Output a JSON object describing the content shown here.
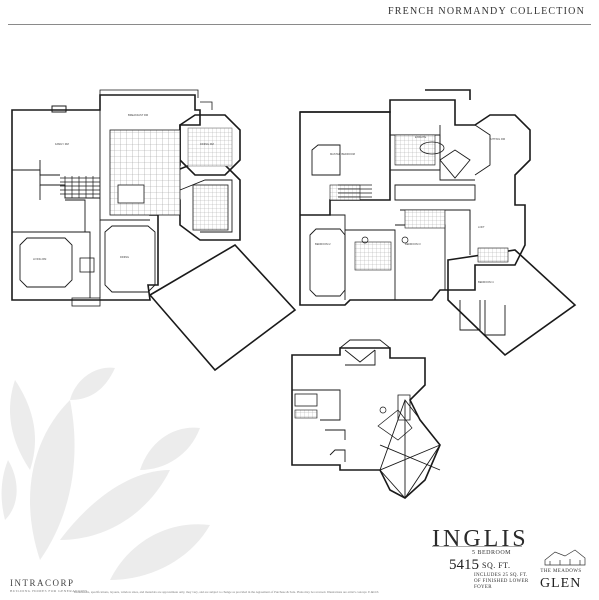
{
  "header": {
    "collection_title": "FRENCH NORMANDY COLLECTION"
  },
  "model": {
    "name": "INGLIS",
    "bedrooms": "5 BEDROOM",
    "sqft_value": "5415",
    "sqft_unit": "SQ. FT.",
    "includes_note": "INCLUDES 25 SQ. FT. OF FINISHED LOWER FOYER"
  },
  "branding": {
    "builder": "INTRACORP",
    "builder_sub": "BUILDING HOMES FOR GENERATIONS",
    "community_top": "THE MEADOWS",
    "community_name": "GLEN"
  },
  "disclaimer": "Dimensions, specifications, layouts, window sizes, and materials are approximate only, may vary, and are subject to change as provided in the Agreement of Purchase & Sale. Plans may be reversed. Illustrations are artist's concept. E.&O.E.",
  "colors": {
    "wall": "#1a1a1a",
    "floor_tile": "#9a9a9a",
    "leaf": "#ececec",
    "rule": "#8a8a8a"
  }
}
